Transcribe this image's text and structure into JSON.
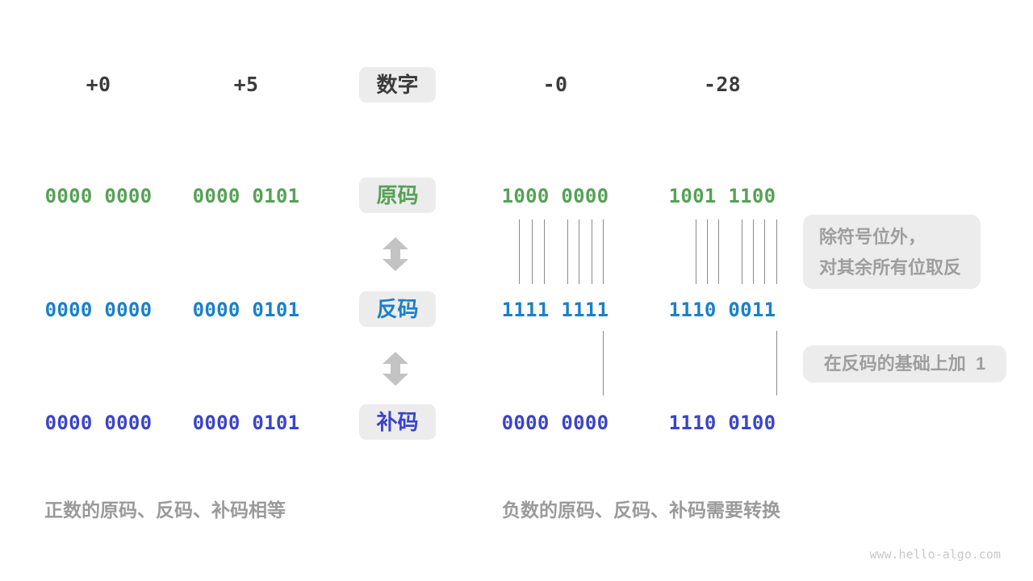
{
  "colors": {
    "sign_magnitude_green": "#57a156",
    "ones_complement_blue": "#1a80c9",
    "twos_complement_indigo": "#3a44c9",
    "dark_text": "#3b3b3b",
    "muted_text": "#9e9e9e",
    "box_background": "#ececec",
    "arrow_gray": "#c3c3c3",
    "line_gray": "#8a8a8a",
    "watermark_gray": "#c9c9c9"
  },
  "header": {
    "label": "数字",
    "values": [
      "+0",
      "+5",
      "-0",
      "-28"
    ]
  },
  "rows": [
    {
      "label": "原码",
      "values": [
        "0000 0000",
        "0000 0101",
        "1000 0000",
        "1001 1100"
      ]
    },
    {
      "label": "反码",
      "values": [
        "0000 0000",
        "0000 0101",
        "1111 1111",
        "1110 0011"
      ]
    },
    {
      "label": "补码",
      "values": [
        "0000 0000",
        "0000 0101",
        "0000 0000",
        "1110 0100"
      ]
    }
  ],
  "annotations": {
    "invert_line1": "除符号位外，",
    "invert_line2": "对其余所有位取反",
    "add_one": "在反码的基础上加  1"
  },
  "captions": {
    "positive": "正数的原码、反码、补码相等",
    "negative": "负数的原码、反码、补码需要转换"
  },
  "watermark": "www.hello-algo.com"
}
